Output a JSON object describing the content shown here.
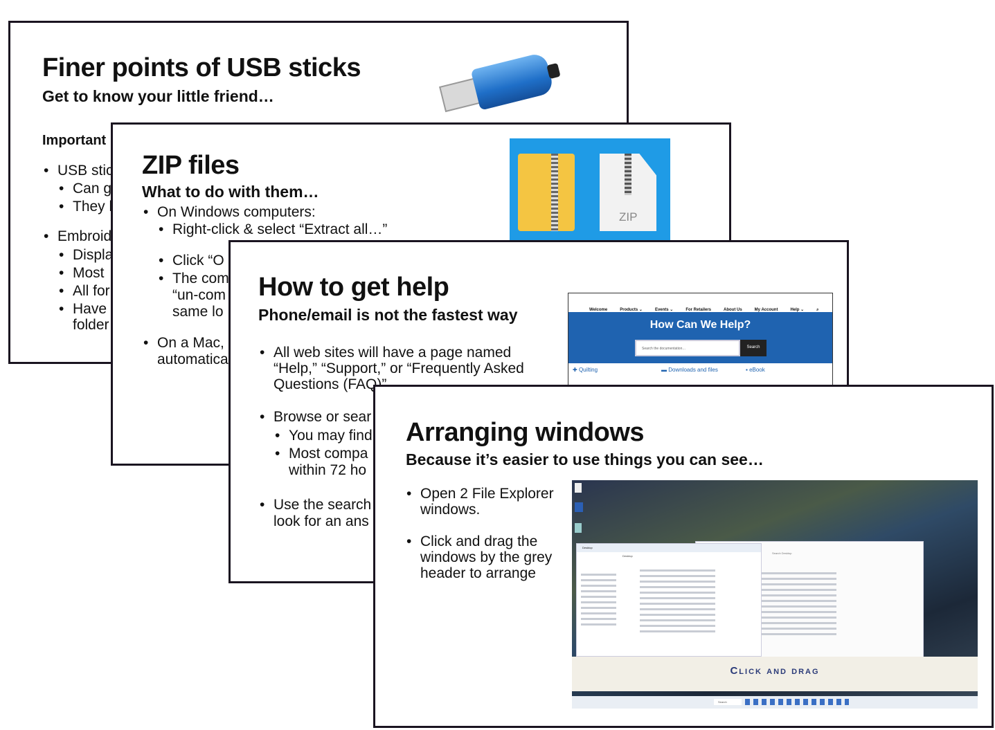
{
  "slide1": {
    "title": "Finer points of USB sticks",
    "subtitle": "Get to know your little friend…",
    "heading": "Important",
    "bullets": [
      "USB stic",
      "Can g",
      "They l",
      "Embroid",
      "Displa",
      "Most",
      "All for",
      "Have",
      "folder"
    ]
  },
  "slide2": {
    "title": "ZIP files",
    "subtitle": "What to do with them…",
    "bullets": [
      "On Windows computers:",
      "Right-click & select “Extract all…”",
      "Click “O",
      "The com",
      "“un-com",
      "same lo",
      "On a Mac,",
      "automatica"
    ],
    "zip_label": "ZIP"
  },
  "slide3": {
    "title": "How to get help",
    "subtitle": "Phone/email is not the fastest way",
    "bullets": [
      "All web sites will have a page named",
      "“Help,” “Support,” or “Frequently Asked",
      "Questions (FAQ)”",
      "Browse or sear",
      "You may find",
      "Most compa",
      "within 72 ho",
      "Use the search",
      "look for an ans"
    ],
    "website": {
      "nav": [
        "Welcome",
        "Products ⌄",
        "Events ⌄",
        "For Retailers",
        "About Us",
        "My Account",
        "Help ⌄"
      ],
      "heading": "How Can We Help?",
      "search_placeholder": "Search the documentation…",
      "search_button": "Search",
      "links": [
        "Quilting",
        "Downloads and files",
        "eBook"
      ]
    }
  },
  "slide4": {
    "title": "Arranging windows",
    "subtitle": "Because it’s easier to use things you can see…",
    "bullets": [
      "Open 2 File Explorer",
      "windows.",
      "Click and drag the",
      "windows by the grey",
      "header to arrange"
    ],
    "screenshot": {
      "caption": "Click and drag",
      "window_tab": "Desktop",
      "breadcrumb": "Desktop",
      "search": "Search Desktop",
      "taskbar_search": "Search"
    }
  }
}
